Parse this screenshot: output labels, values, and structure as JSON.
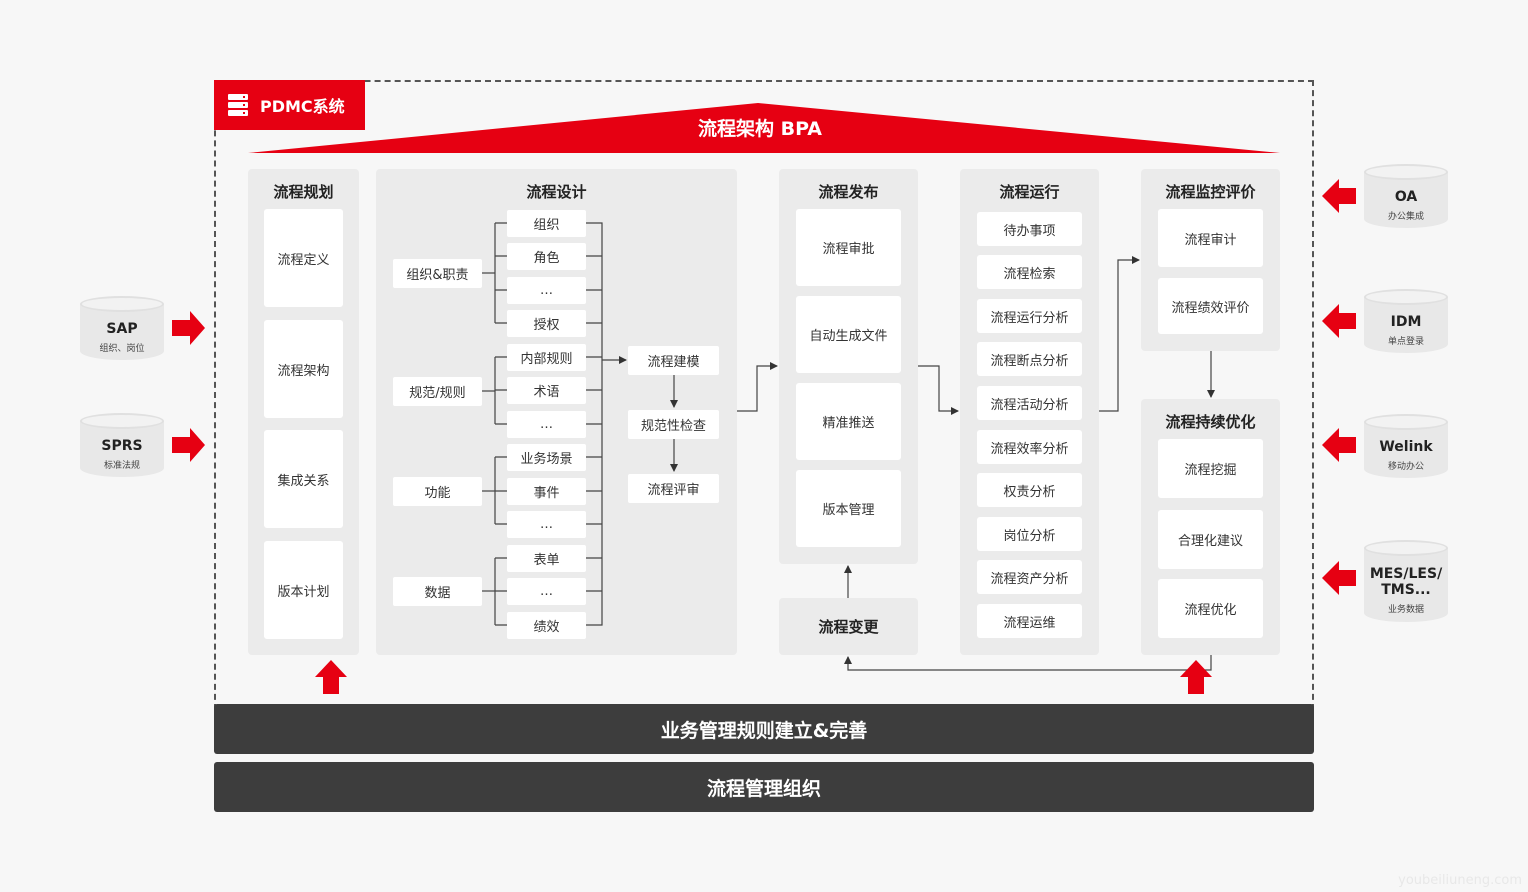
{
  "header": {
    "system_label": "PDMC系统",
    "roof_title": "流程架构 BPA"
  },
  "planning": {
    "title": "流程规划",
    "items": [
      "流程定义",
      "流程架构",
      "集成关系",
      "版本计划"
    ]
  },
  "design": {
    "title": "流程设计",
    "groups": [
      {
        "label": "组织&职责",
        "items": [
          "组织",
          "角色",
          "…",
          "授权"
        ]
      },
      {
        "label": "规范/规则",
        "items": [
          "内部规则",
          "术语",
          "…"
        ]
      },
      {
        "label": "功能",
        "items": [
          "业务场景",
          "事件",
          "…"
        ]
      },
      {
        "label": "数据",
        "items": [
          "表单",
          "…",
          "绩效"
        ]
      }
    ],
    "steps": [
      "流程建模",
      "规范性检查",
      "流程评审"
    ]
  },
  "publish": {
    "title": "流程发布",
    "items": [
      "流程审批",
      "自动生成文件",
      "精准推送",
      "版本管理"
    ]
  },
  "change": {
    "title": "流程变更"
  },
  "run": {
    "title": "流程运行",
    "items": [
      "待办事项",
      "流程检索",
      "流程运行分析",
      "流程断点分析",
      "流程活动分析",
      "流程效率分析",
      "权责分析",
      "岗位分析",
      "流程资产分析",
      "流程运维"
    ]
  },
  "monitor": {
    "title": "流程监控评价",
    "items": [
      "流程审计",
      "流程绩效评价"
    ]
  },
  "optimize": {
    "title": "流程持续优化",
    "items": [
      "流程挖掘",
      "合理化建议",
      "流程优化"
    ]
  },
  "bars": {
    "rules": "业务管理规则建立&完善",
    "org": "流程管理组织"
  },
  "left_sources": [
    {
      "name": "SAP",
      "sub": "组织、岗位"
    },
    {
      "name": "SPRS",
      "sub": "标准法规"
    }
  ],
  "right_sources": [
    {
      "name": "OA",
      "sub": "办公集成"
    },
    {
      "name": "IDM",
      "sub": "单点登录"
    },
    {
      "name": "Welink",
      "sub": "移动办公"
    },
    {
      "name": "MES/LES/\nTMS...",
      "sub": "业务数据"
    }
  ],
  "watermark": "youbeiliuneng.com",
  "colors": {
    "accent": "#e60012",
    "dark_bar": "#3d3d3d",
    "panel": "#ebebeb"
  }
}
